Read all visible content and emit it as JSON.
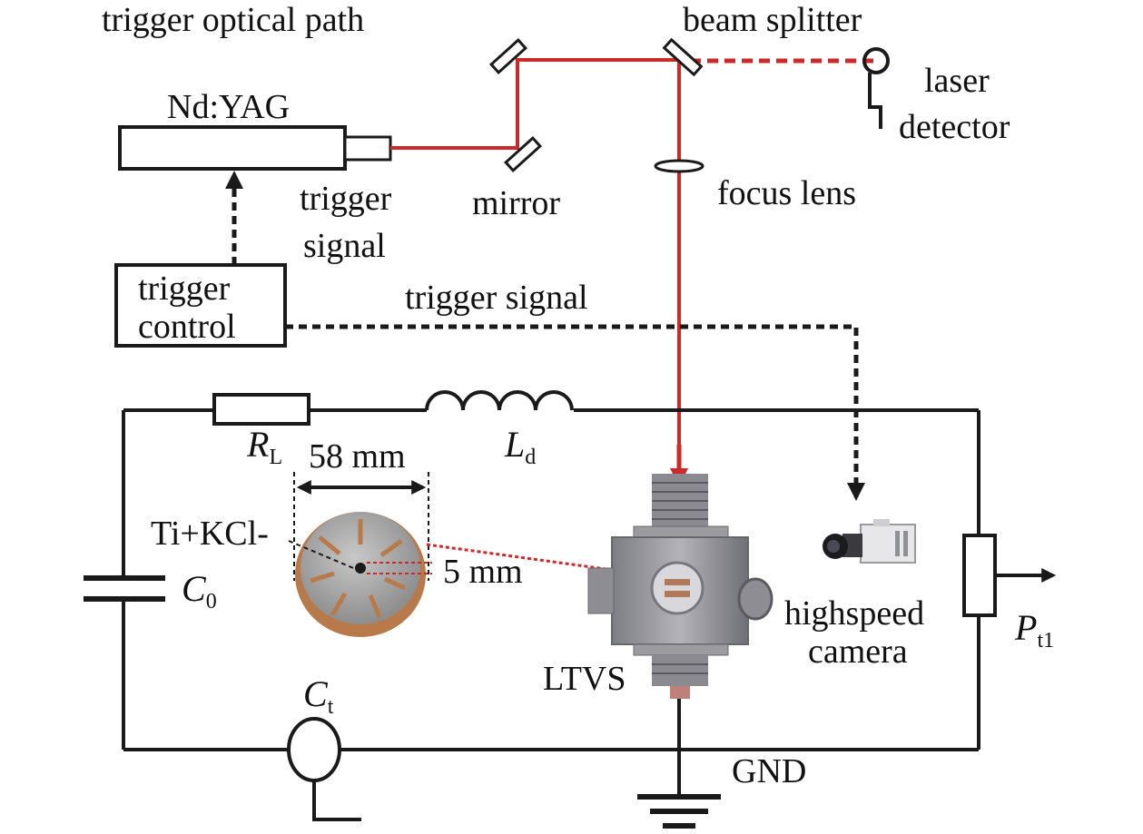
{
  "labels": {
    "trigger_optical_path": "trigger optical path",
    "nd_yag": "Nd:YAG",
    "beam_splitter": "beam splitter",
    "laser": "laser",
    "detector": "detector",
    "mirror": "mirror",
    "focus_lens": "focus lens",
    "trigger_signal_1a": "trigger",
    "trigger_signal_1b": "signal",
    "trigger_control_a": "trigger",
    "trigger_control_b": "control",
    "trigger_signal_2": "trigger signal",
    "dimension_58": "58 mm",
    "ti_kcl": "Ti+KCl-",
    "dimension_5": "5 mm",
    "ltvs": "LTVS",
    "highspeed": "highspeed",
    "camera": "camera",
    "gnd": "GND"
  },
  "symbols": {
    "rl_main": "R",
    "rl_sub": "L",
    "ld_main": "L",
    "ld_sub": "d",
    "c0_main": "C",
    "c0_sub": "0",
    "ct_main": "C",
    "ct_sub": "t",
    "pt1_main": "P",
    "pt1_sub": "t1"
  },
  "colors": {
    "laser_beam": "#cc2a2a",
    "wire": "#1a1a1a",
    "chamber": "#8f8f95",
    "electrode_copper": "#b87a4b",
    "electrode_face": "#a4a4a4"
  }
}
